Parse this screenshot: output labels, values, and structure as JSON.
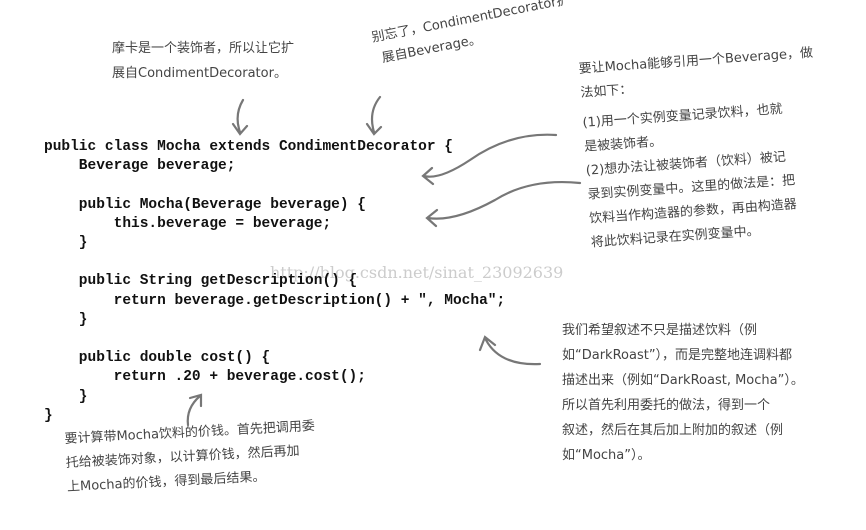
{
  "code_lines": [
    "public class Mocha extends CondimentDecorator {",
    "    Beverage beverage;",
    "",
    "    public Mocha(Beverage beverage) {",
    "        this.beverage = beverage;",
    "    }",
    "",
    "    public String getDescription() {",
    "        return beverage.getDescription() + \", Mocha\";",
    "    }",
    "",
    "    public double cost() {",
    "        return .20 + beverage.cost();",
    "    }",
    "}"
  ],
  "notes": {
    "decorator": [
      "摩卡是一个装饰者，所以让它扩",
      "展自CondimentDecorator。"
    ],
    "forget": [
      "别忘了，CondimentDecorator扩",
      "展自Beverage。"
    ],
    "reference": [
      "要让Mocha能够引用一个Beverage，做",
      "法如下：",
      "(1)用一个实例变量记录饮料，也就",
      "是被装饰者。",
      "(2)想办法让被装饰者（饮料）被记",
      "录到实例变量中。这里的做法是：把",
      "饮料当作构造器的参数，再由构造器",
      "将此饮料记录在实例变量中。"
    ],
    "description": [
      "我们希望叙述不只是描述饮料（例",
      "如“DarkRoast”），而是完整地连调料都",
      "描述出来（例如“DarkRoast, Mocha”）。",
      "所以首先利用委托的做法，得到一个",
      "叙述，然后在其后加上附加的叙述（例",
      "如“Mocha”）。"
    ],
    "cost": [
      "要计算带Mocha饮料的价钱。首先把调用委",
      "托给被装饰对象，以计算价钱，然后再加",
      "上Mocha的价钱，得到最后结果。"
    ]
  },
  "watermark": "http://blog.csdn.net/sinat_23092639"
}
